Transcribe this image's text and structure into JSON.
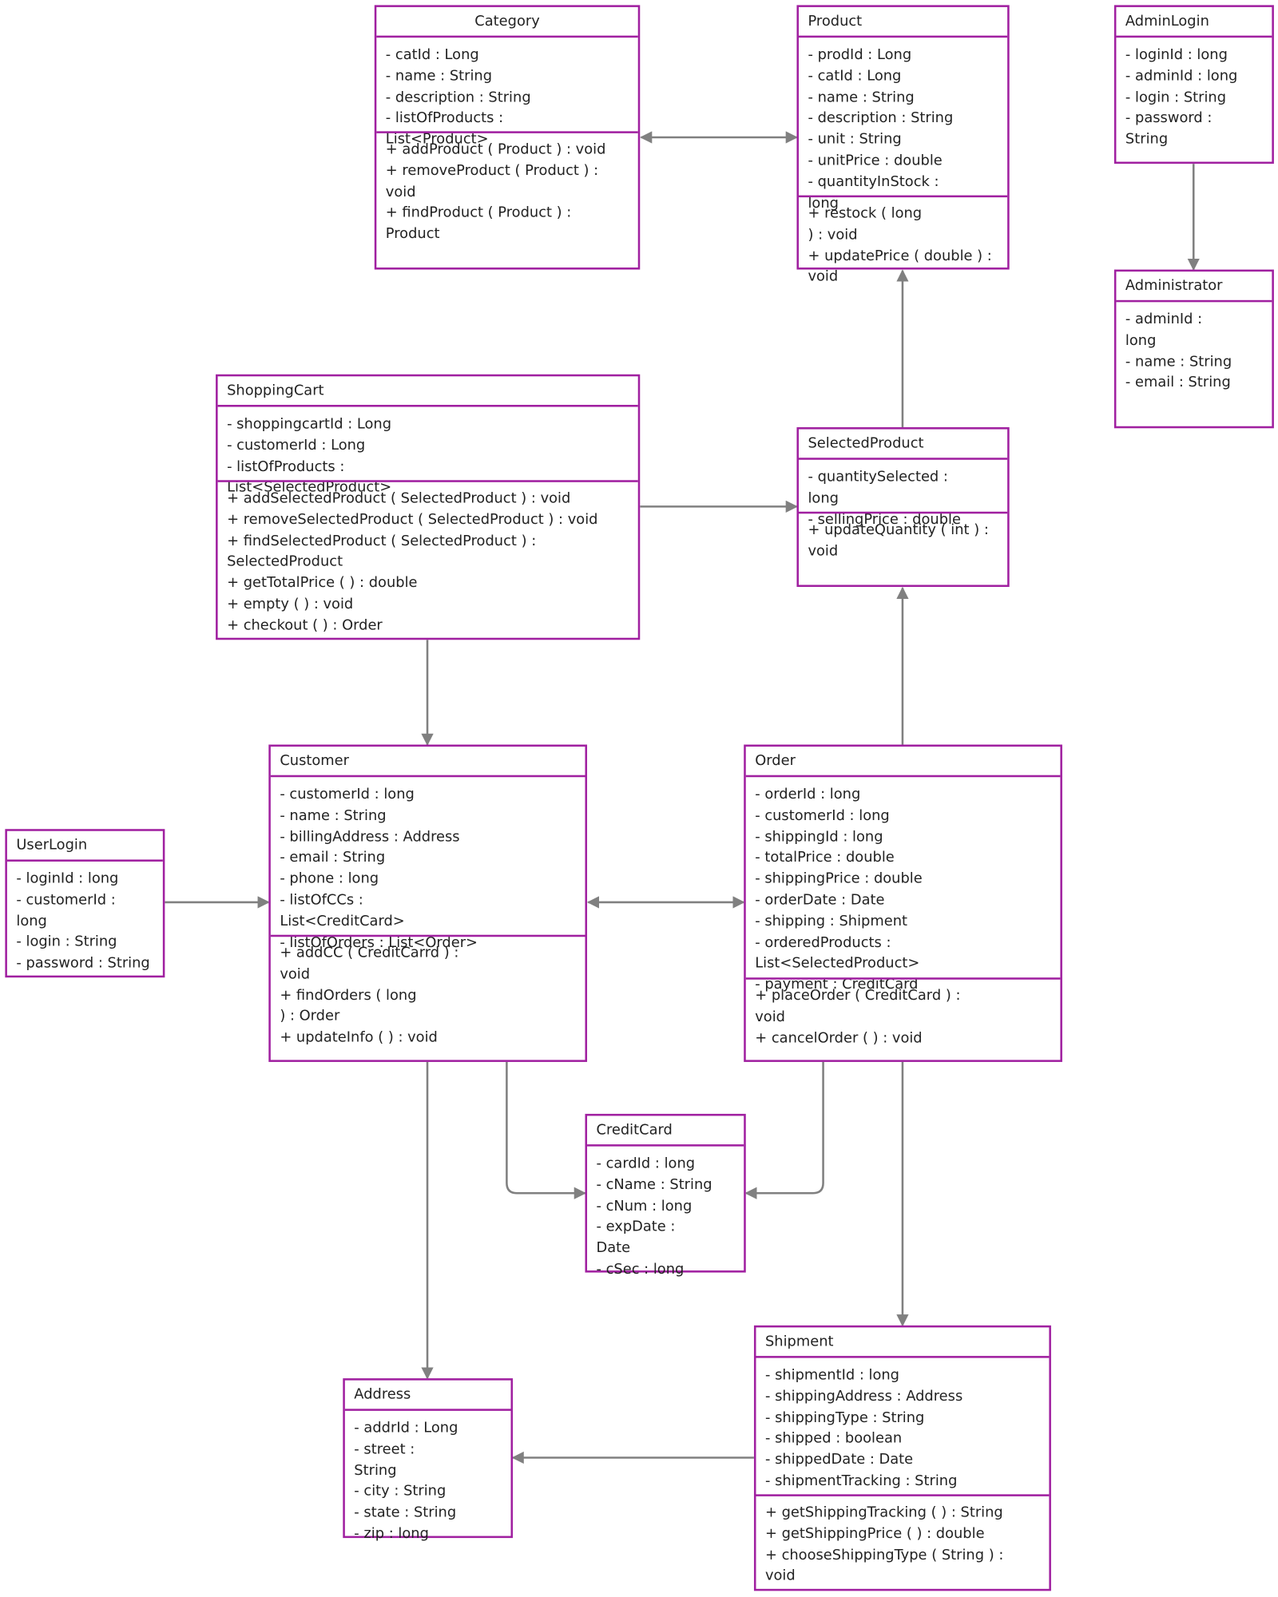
{
  "classes": {
    "category": {
      "name": "Category",
      "attributes": [
        "- catId : Long",
        "- name : String",
        "- description : String",
        "- listOfProducts :",
        "List<Product>"
      ],
      "methods": [
        "+ addProduct ( Product ) : void",
        "+ removeProduct  ( Product ) :",
        "void",
        "+ findProduct ( Product ) :",
        "Product"
      ]
    },
    "product": {
      "name": "Product",
      "attributes": [
        "- prodId : Long",
        "- catId : Long",
        "- name : String",
        "- description : String",
        "- unit : String",
        "- unitPrice : double",
        "- quantityInStock :",
        "long"
      ],
      "methods": [
        "+ restock ( long",
        ")  : void",
        "+ updatePrice ( double ) :",
        "void"
      ]
    },
    "admin_login": {
      "name": "AdminLogin",
      "attributes": [
        "- loginId  : long",
        "- adminId : long",
        "- login  : String",
        "- password :",
        "String"
      ],
      "methods": []
    },
    "administrator": {
      "name": "Administrator",
      "attributes": [
        "- adminId :",
        "long",
        "- name : String",
        "- email : String"
      ],
      "methods": []
    },
    "shopping_cart": {
      "name": "ShoppingCart",
      "attributes": [
        "- shoppingcartId : Long",
        "- customerId : Long",
        "- listOfProducts :",
        "List<SelectedProduct>"
      ],
      "methods": [
        "+ addSelectedProduct ( SelectedProduct ) : void",
        "+ removeSelectedProduct  ( SelectedProduct ) : void",
        "+ findSelectedProduct ( SelectedProduct ) :",
        "SelectedProduct",
        "+ getTotalPrice   ( ) : double",
        "+ empty ( ) : void",
        "+ checkout ( ) : Order"
      ]
    },
    "selected_product": {
      "name": "SelectedProduct",
      "attributes": [
        "- quantitySelected :",
        "long",
        "- sellingPrice  : double"
      ],
      "methods": [
        "+ updateQuantity ( int ) :",
        "void"
      ]
    },
    "customer": {
      "name": "Customer",
      "attributes": [
        "- customerId : long",
        "- name : String",
        "- billingAddress : Address",
        "- email : String",
        "- phone : long",
        "- listOfCCs :",
        "List<CreditCard>",
        "- listOfOrders : List<Order>"
      ],
      "methods": [
        "+ addCC ( CreditCarrd ) :",
        "void",
        "+ findOrders ( long",
        ")  : Order",
        "+ updateInfo ( ) : void"
      ]
    },
    "order": {
      "name": "Order",
      "attributes": [
        "- orderId : long",
        "- customerId : long",
        "- shippingId : long",
        "- totalPrice  : double",
        "- shippingPrice : double",
        "- orderDate : Date",
        "- shipping : Shipment",
        "- orderedProducts :",
        "List<SelectedProduct>",
        "- payment : CreditCard"
      ],
      "methods": [
        "+ placeOrder  ( CreditCard ) :",
        "void",
        "+ cancelOrder ( ) : void"
      ]
    },
    "user_login": {
      "name": "UserLogin",
      "attributes": [
        "- loginId  : long",
        "- customerId :",
        "long",
        "- login  : String",
        "- password : String"
      ],
      "methods": []
    },
    "credit_card": {
      "name": "CreditCard",
      "attributes": [
        "- cardId : long",
        "- cName : String",
        "- cNum : long",
        "- expDate :",
        "Date",
        "- cSec : long"
      ],
      "methods": []
    },
    "shipment": {
      "name": "Shipment",
      "attributes": [
        "- shipmentId : long",
        "- shippingAddress : Address",
        "- shippingType   : String",
        "- shipped : boolean",
        "- shippedDate : Date",
        "- shipmentTracking   : String"
      ],
      "methods": [
        "+ getShippingTracking   ( ) : String",
        "+ getShippingPrice  ( ) : double",
        "+ chooseShippingType   ( String ) :",
        "void"
      ]
    },
    "address": {
      "name": "Address",
      "attributes": [
        "- addrId : Long",
        "- street :",
        "String",
        "- city : String",
        "- state : String",
        "- zip : long"
      ],
      "methods": []
    }
  },
  "colors": {
    "border": "#a020a0",
    "connector": "#808080",
    "text": "#222222"
  }
}
